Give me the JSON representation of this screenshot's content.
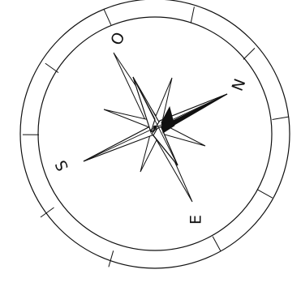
{
  "diagram": {
    "labels": {
      "north": "N",
      "east": "E",
      "south": "S",
      "west": "O"
    },
    "colors": {
      "stroke": "#111111",
      "fill": "#ffffff",
      "accent": "#111111"
    }
  }
}
